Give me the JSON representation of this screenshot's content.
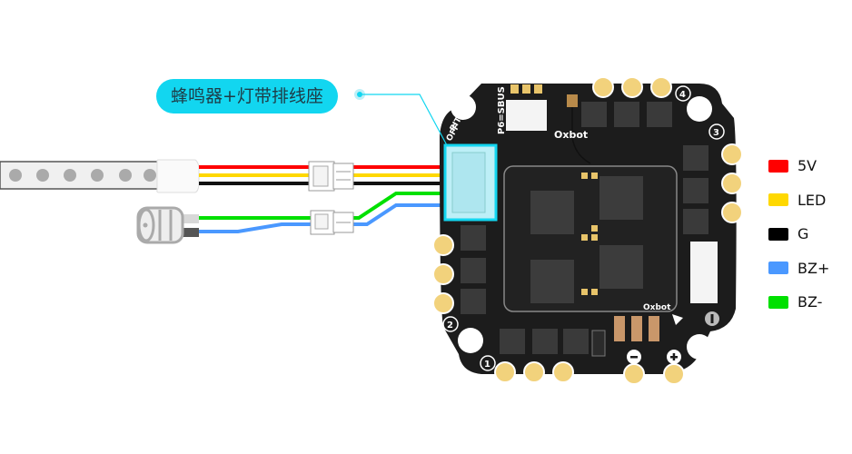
{
  "callout": {
    "label": "蜂鸣器+灯带排线座",
    "color": "#12d6f0"
  },
  "legend": [
    {
      "label": "5V",
      "color": "#ff0000"
    },
    {
      "label": "LED",
      "color": "#ffd800"
    },
    {
      "label": "G",
      "color": "#000000"
    },
    {
      "label": "BZ+",
      "color": "#4a98ff"
    },
    {
      "label": "BZ-",
      "color": "#00e000"
    }
  ],
  "board": {
    "silkscreen": {
      "sbus": "P6=SBUS",
      "pit": "PIT",
      "off": "OFF",
      "brand_top": "Oxbot",
      "brand_bottom": "Oxbot",
      "motor_1": "1",
      "motor_2": "2",
      "motor_3": "3",
      "motor_4": "4",
      "minus": "−",
      "plus": "+"
    }
  },
  "components": {
    "led_strip": "LED strip",
    "buzzer": "Buzzer"
  }
}
